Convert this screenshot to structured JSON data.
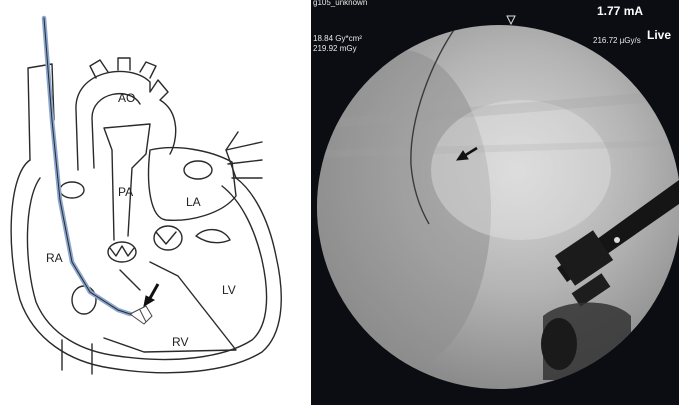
{
  "diagram": {
    "labels": {
      "ao": "AO",
      "pa": "PA",
      "la": "LA",
      "ra": "RA",
      "lv": "LV",
      "rv": "RV"
    },
    "colors": {
      "line": "#2a2a2a",
      "catheter": "#8aa6cf"
    }
  },
  "fluoro": {
    "filename": "g105_unknown",
    "dap": "18.84 Gy*cm²",
    "dose": "219.92 mGy",
    "current": "1.77 mA",
    "rate": "216.72 µGy/s",
    "mode": "Live"
  }
}
